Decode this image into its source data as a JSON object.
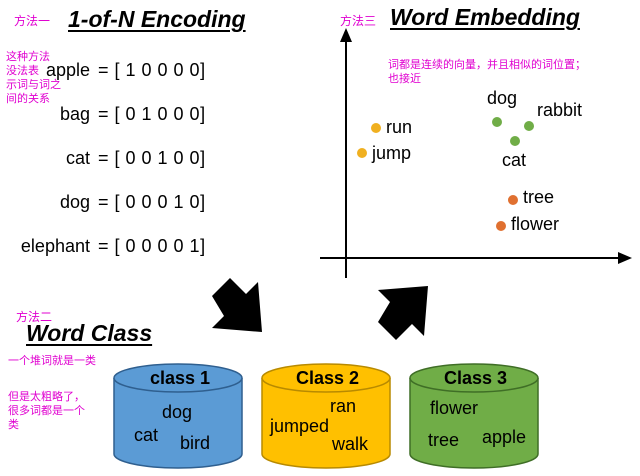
{
  "colors": {
    "annotation": "#e000d0",
    "class1": "#5b9bd5",
    "class2": "#ffc000",
    "class3": "#70ad47",
    "dot_yellow": "#f0b020",
    "dot_green": "#70ad47",
    "dot_orange": "#e07030"
  },
  "method1": {
    "tag": "方法一",
    "title": "1-of-N Encoding",
    "note": [
      "这种方法",
      "没法表",
      "示词与词之",
      "间的关系"
    ],
    "rows": [
      {
        "word": "apple",
        "vector": "= [ 1  0  0  0  0]"
      },
      {
        "word": "bag",
        "vector": "= [ 0  1  0  0  0]"
      },
      {
        "word": "cat",
        "vector": "= [ 0  0  1  0  0]"
      },
      {
        "word": "dog",
        "vector": "= [ 0  0  0  1  0]"
      },
      {
        "word": "elephant",
        "vector": "= [ 0  0  0  0  1]"
      }
    ]
  },
  "method3": {
    "tag": "方法三",
    "title": "Word Embedding",
    "note": [
      "词都是连续的向量，并且相似的词位置；",
      "也接近"
    ],
    "words": {
      "run": "run",
      "jump": "jump",
      "dog": "dog",
      "rabbit": "rabbit",
      "cat": "cat",
      "tree": "tree",
      "flower": "flower"
    }
  },
  "method2": {
    "tag": "方法二",
    "title": "Word Class",
    "note1": "一个堆词就是一类",
    "note2": [
      "但是太粗略了，",
      "很多词都是一个",
      "类"
    ],
    "classes": [
      {
        "title": "class 1",
        "words": [
          "dog",
          "cat",
          "bird"
        ]
      },
      {
        "title": "Class 2",
        "words": [
          "ran",
          "jumped",
          "walk"
        ]
      },
      {
        "title": "Class 3",
        "words": [
          "flower",
          "tree",
          "apple"
        ]
      }
    ]
  }
}
